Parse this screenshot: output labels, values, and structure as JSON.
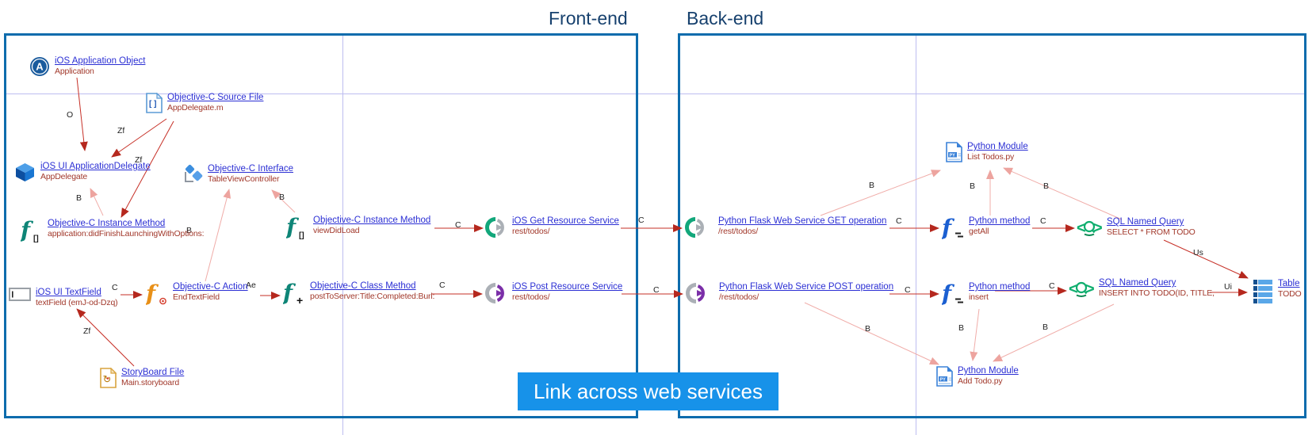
{
  "headers": {
    "frontend": "Front-end",
    "backend": "Back-end"
  },
  "banner": {
    "label": "Link across web services"
  },
  "colors": {
    "box_border": "#0d6cad",
    "banner_bg": "#1792e9",
    "title_link": "#2b2fd4",
    "subtitle_red": "#a2392c",
    "arrow_red": "#c62f26",
    "arrow_pink": "#f0aca8",
    "grid_lavender": "#bdbdf0",
    "header_blue": "#17416e"
  },
  "nodes": {
    "app_object": {
      "title": "iOS Application Object",
      "subtitle": "Application"
    },
    "objc_source": {
      "title": "Objective-C Source File",
      "subtitle": "AppDelegate.m"
    },
    "app_delegate": {
      "title": "iOS UI ApplicationDelegate",
      "subtitle": "AppDelegate"
    },
    "objc_interface": {
      "title": "Objective-C Interface",
      "subtitle": "TableViewController"
    },
    "didfinish": {
      "title": "Objective-C Instance Method",
      "subtitle": "application:didFinishLaunchingWithOptions:"
    },
    "textfield": {
      "title": "iOS UI TextField",
      "subtitle": "textField (emJ-od-Dzq)"
    },
    "action": {
      "title": "Objective-C Action",
      "subtitle": "EndTextField"
    },
    "class_method": {
      "title": "Objective-C Class Method",
      "subtitle": "postToServer:Title:Completed:Burl:"
    },
    "storyboard": {
      "title": "StoryBoard File",
      "subtitle": "Main.storyboard"
    },
    "viewdidload": {
      "title": "Objective-C Instance Method",
      "subtitle": "viewDidLoad"
    },
    "ios_get": {
      "title": "iOS Get Resource Service",
      "subtitle": "rest/todos/"
    },
    "ios_post": {
      "title": "iOS Post Resource Service",
      "subtitle": "rest/todos/"
    },
    "flask_get": {
      "title": "Python Flask Web Service GET operation",
      "subtitle": "/rest/todos/"
    },
    "flask_post": {
      "title": "Python Flask Web Service POST operation",
      "subtitle": "/rest/todos/"
    },
    "py_module_list": {
      "title": "Python Module",
      "subtitle": "List Todos.py"
    },
    "py_module_add": {
      "title": "Python Module",
      "subtitle": "Add Todo.py"
    },
    "py_method_getall": {
      "title": "Python method",
      "subtitle": "getAll"
    },
    "py_method_insert": {
      "title": "Python method",
      "subtitle": "insert"
    },
    "sql_select": {
      "title": "SQL Named Query",
      "subtitle": "SELECT * FROM TODO"
    },
    "sql_insert": {
      "title": "SQL Named Query",
      "subtitle": "INSERT INTO TODO(ID, TITLE,"
    },
    "table_todo": {
      "title": "Table",
      "subtitle": "TODO"
    }
  },
  "edge_labels": {
    "o1": "O",
    "zf1": "Zf",
    "zf2": "Zf",
    "zf3": "Zf",
    "b1": "B",
    "b2": "B",
    "b3": "B",
    "b4": "B",
    "b5": "B",
    "b6": "B",
    "b7": "B",
    "b8": "B",
    "b9": "B",
    "c1": "C",
    "c2": "C",
    "c3": "C",
    "c4": "C",
    "c5": "C",
    "c6": "C",
    "c7": "C",
    "c8": "C",
    "c9": "C",
    "ae1": "Ae",
    "us1": "Us",
    "ui1": "Ui"
  }
}
